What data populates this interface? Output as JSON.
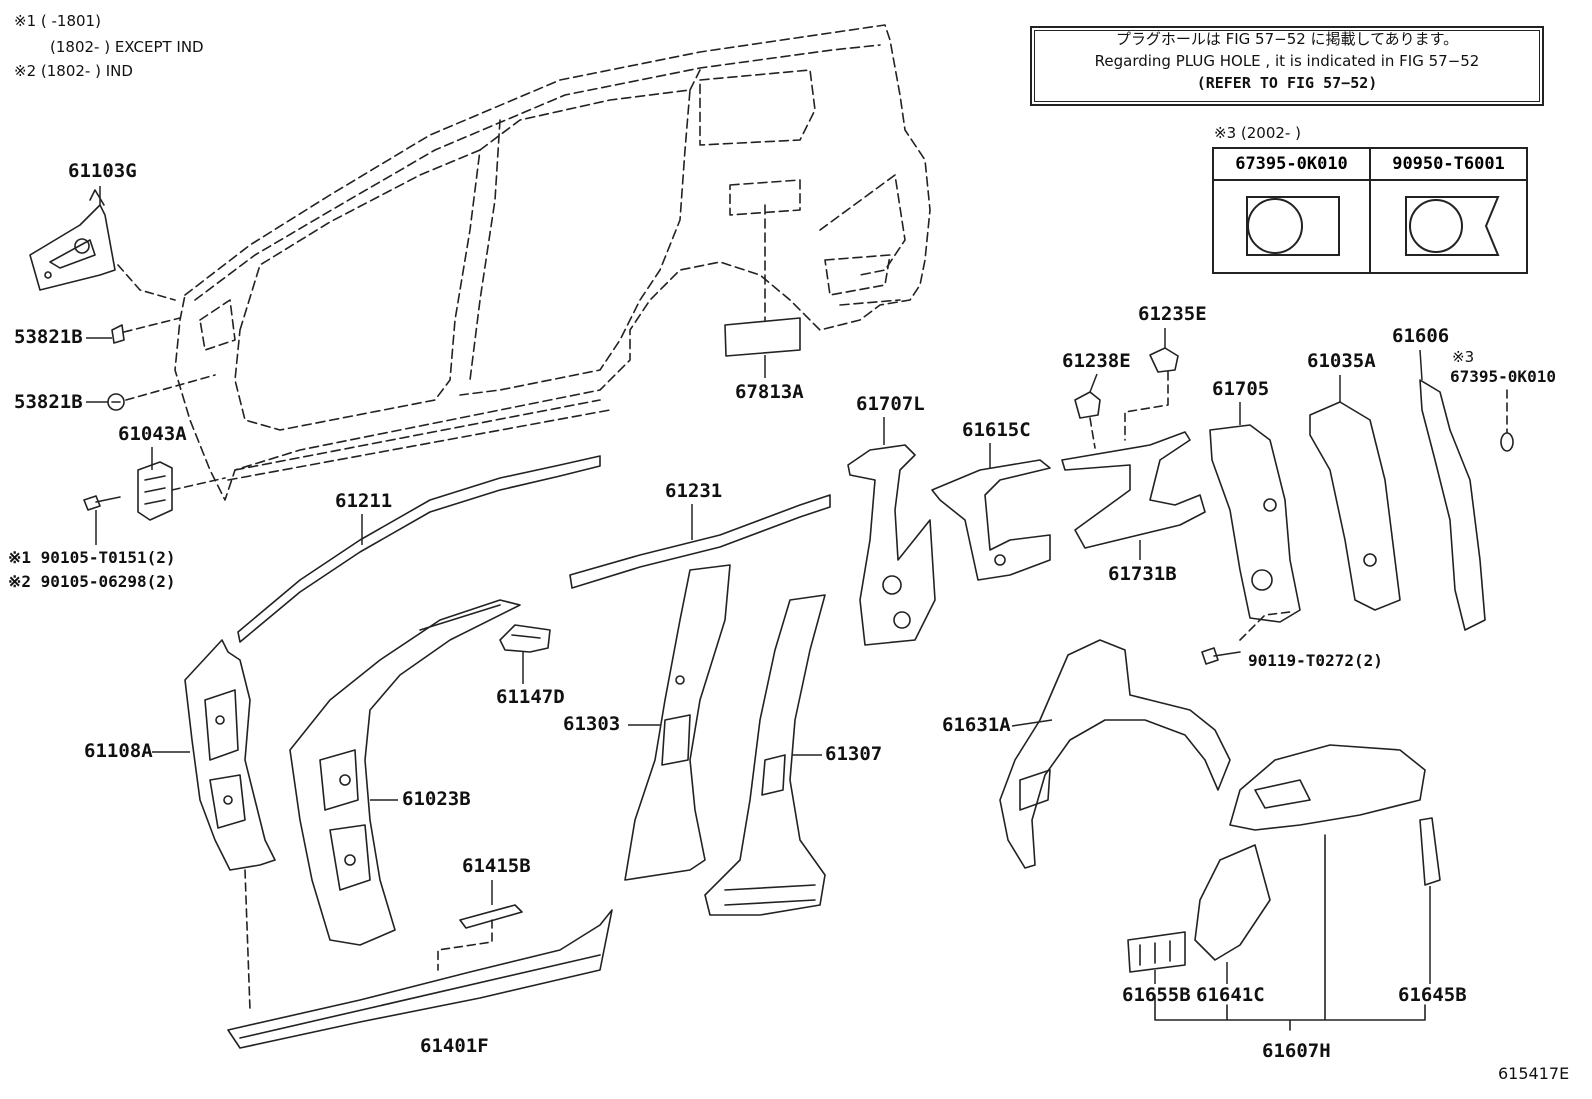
{
  "legend": {
    "line1": "※1 (      -1801)",
    "line2": "(1802-      ) EXCEPT IND",
    "line3": "※2 (1802-      ) IND"
  },
  "plug_hole_note": {
    "jp": "プラグホールは FIG  57−52 に掲載してあります。",
    "en": "Regarding  PLUG  HOLE , it is indicated in FIG  57−52",
    "ref": "(REFER TO FIG 57−52)"
  },
  "options_table": {
    "title": "※3 (2002-      )",
    "col1": "67395-0K010",
    "col2": "90950-T6001"
  },
  "parts": {
    "p61103G": "61103G",
    "p53821B_a": "53821B",
    "p53821B_b": "53821B",
    "p61043A": "61043A",
    "fastener1": "※1 90105-T0151(2)",
    "fastener2": "※2 90105-06298(2)",
    "p61211": "61211",
    "p61108A": "61108A",
    "p61023B": "61023B",
    "p61147D": "61147D",
    "p61231": "61231",
    "p61303": "61303",
    "p61307": "61307",
    "p61415B": "61415B",
    "p61401F": "61401F",
    "p67813A": "67813A",
    "p61707L": "61707L",
    "p61615C": "61615C",
    "p61238E": "61238E",
    "p61235E": "61235E",
    "p61731B": "61731B",
    "p61705": "61705",
    "p61035A": "61035A",
    "p61606": "61606",
    "note3_mark": "※3",
    "note3_part": "67395-0K010",
    "fastener3": "90119-T0272(2)",
    "p61631A": "61631A",
    "p61655B": "61655B",
    "p61641C": "61641C",
    "p61645B": "61645B",
    "p61607H": "61607H"
  },
  "figure_id": "615417E"
}
